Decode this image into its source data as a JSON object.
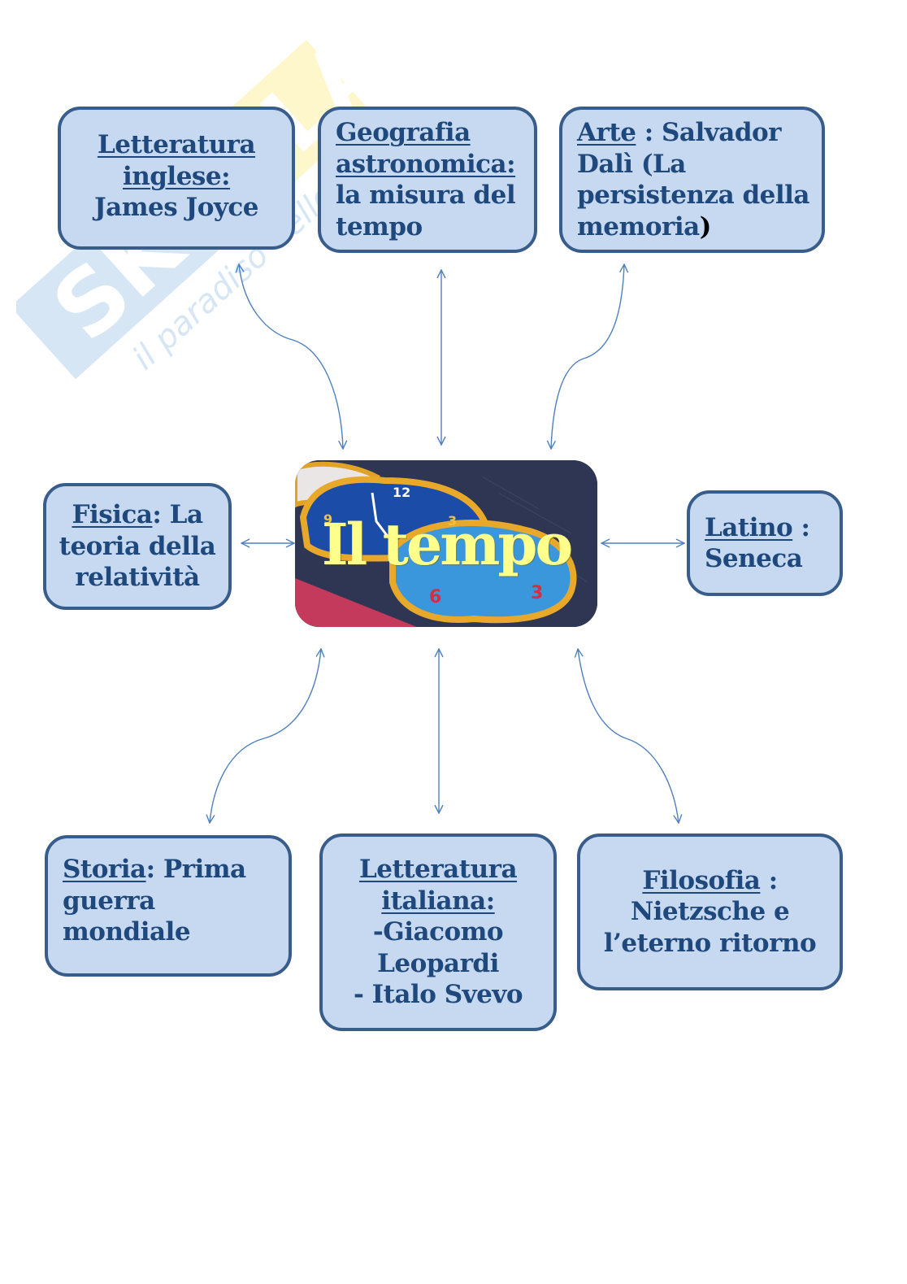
{
  "diagram": {
    "type": "concept-map",
    "center": {
      "title": "Il tempo",
      "image": "melting-clocks-image"
    },
    "colors": {
      "box_fill": "#c6d9f1",
      "box_border": "#385d8a",
      "text": "#1f497d",
      "arrow": "#4f81bd",
      "center_title": "#ffff8c"
    },
    "nodes": {
      "letteratura_inglese": {
        "lines": [
          {
            "parts": [
              {
                "text": "Letteratura",
                "underline": true
              }
            ]
          },
          {
            "parts": [
              {
                "text": "inglese:",
                "underline": true
              }
            ]
          },
          {
            "parts": [
              {
                "text": "James Joyce",
                "underline": false
              }
            ]
          }
        ]
      },
      "geografia": {
        "lines": [
          {
            "parts": [
              {
                "text": "Geografia",
                "underline": true
              }
            ]
          },
          {
            "parts": [
              {
                "text": "astronomica:",
                "underline": true
              }
            ]
          },
          {
            "parts": [
              {
                "text": "la misura del",
                "underline": false
              }
            ]
          },
          {
            "parts": [
              {
                "text": "tempo",
                "underline": false
              }
            ]
          }
        ]
      },
      "arte": {
        "lines": [
          {
            "parts": [
              {
                "text": "Arte",
                "underline": true
              },
              {
                "text": " : Salvador",
                "underline": false
              }
            ]
          },
          {
            "parts": [
              {
                "text": "Dalì   (La",
                "underline": false
              }
            ]
          },
          {
            "parts": [
              {
                "text": "persistenza della",
                "underline": false
              }
            ]
          },
          {
            "parts": [
              {
                "text": "memoria",
                "underline": false
              },
              {
                "text": ")",
                "underline": false
              }
            ]
          }
        ]
      },
      "fisica": {
        "lines": [
          {
            "parts": [
              {
                "text": "Fisica",
                "underline": true
              },
              {
                "text": ": La",
                "underline": false
              }
            ]
          },
          {
            "parts": [
              {
                "text": "teoria della",
                "underline": false
              }
            ]
          },
          {
            "parts": [
              {
                "text": "relatività",
                "underline": false
              }
            ]
          }
        ]
      },
      "latino": {
        "lines": [
          {
            "parts": [
              {
                "text": "Latino",
                "underline": true
              },
              {
                "text": " :",
                "underline": false
              }
            ]
          },
          {
            "parts": [
              {
                "text": "Seneca",
                "underline": false
              }
            ]
          }
        ]
      },
      "storia": {
        "lines": [
          {
            "parts": [
              {
                "text": "Storia",
                "underline": true
              },
              {
                "text": ": Prima",
                "underline": false
              }
            ]
          },
          {
            "parts": [
              {
                "text": "guerra",
                "underline": false
              }
            ]
          },
          {
            "parts": [
              {
                "text": "mondiale",
                "underline": false
              }
            ]
          }
        ]
      },
      "letteratura_italiana": {
        "lines": [
          {
            "parts": [
              {
                "text": "Letteratura",
                "underline": true
              }
            ]
          },
          {
            "parts": [
              {
                "text": "italiana:",
                "underline": true
              }
            ]
          },
          {
            "parts": [
              {
                "text": "-Giacomo",
                "underline": false
              }
            ]
          },
          {
            "parts": [
              {
                "text": "Leopardi",
                "underline": false
              }
            ]
          },
          {
            "parts": [
              {
                "text": "- Italo Svevo",
                "underline": false
              }
            ]
          }
        ]
      },
      "filosofia": {
        "lines": [
          {
            "parts": [
              {
                "text": "Filosofia",
                "underline": true
              },
              {
                "text": " :",
                "underline": false
              }
            ]
          },
          {
            "parts": [
              {
                "text": "Nietzsche e",
                "underline": false
              }
            ]
          },
          {
            "parts": [
              {
                "text": "l’eterno ritorno",
                "underline": false
              }
            ]
          }
        ]
      }
    },
    "connections": [
      {
        "from": "center",
        "to": "letteratura_inglese",
        "bidirectional": true
      },
      {
        "from": "center",
        "to": "geografia",
        "bidirectional": true
      },
      {
        "from": "center",
        "to": "arte",
        "bidirectional": true
      },
      {
        "from": "center",
        "to": "fisica",
        "bidirectional": true
      },
      {
        "from": "center",
        "to": "latino",
        "bidirectional": true
      },
      {
        "from": "center",
        "to": "storia",
        "bidirectional": true
      },
      {
        "from": "center",
        "to": "letteratura_italiana",
        "bidirectional": true
      },
      {
        "from": "center",
        "to": "filosofia",
        "bidirectional": true
      }
    ]
  },
  "watermark": {
    "brand": "SKUOLA.net",
    "tagline": "il paradiso dello studente"
  }
}
